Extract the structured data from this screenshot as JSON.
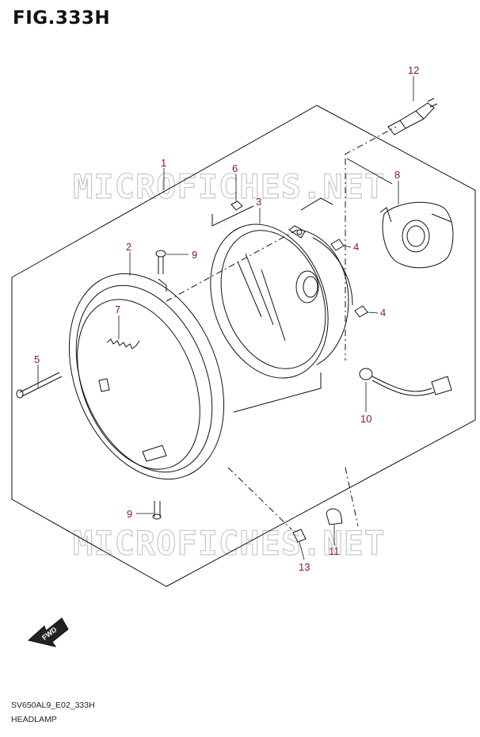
{
  "figure": {
    "title": "FIG.333H",
    "code": "SV650AL9_E02_333H",
    "name": "HEADLAMP"
  },
  "watermark": "MICROFICHES.NET",
  "fwd_label": "FWD",
  "colors": {
    "callout": "#8b1a1a",
    "line": "#111111",
    "watermark": "#c8c8c8"
  },
  "callouts": {
    "c1": "1",
    "c2": "2",
    "c3": "3",
    "c4a": "4",
    "c4b": "4",
    "c5": "5",
    "c6": "6",
    "c7": "7",
    "c8": "8",
    "c9a": "9",
    "c9b": "9",
    "c10": "10",
    "c11": "11",
    "c12": "12",
    "c13": "13"
  }
}
